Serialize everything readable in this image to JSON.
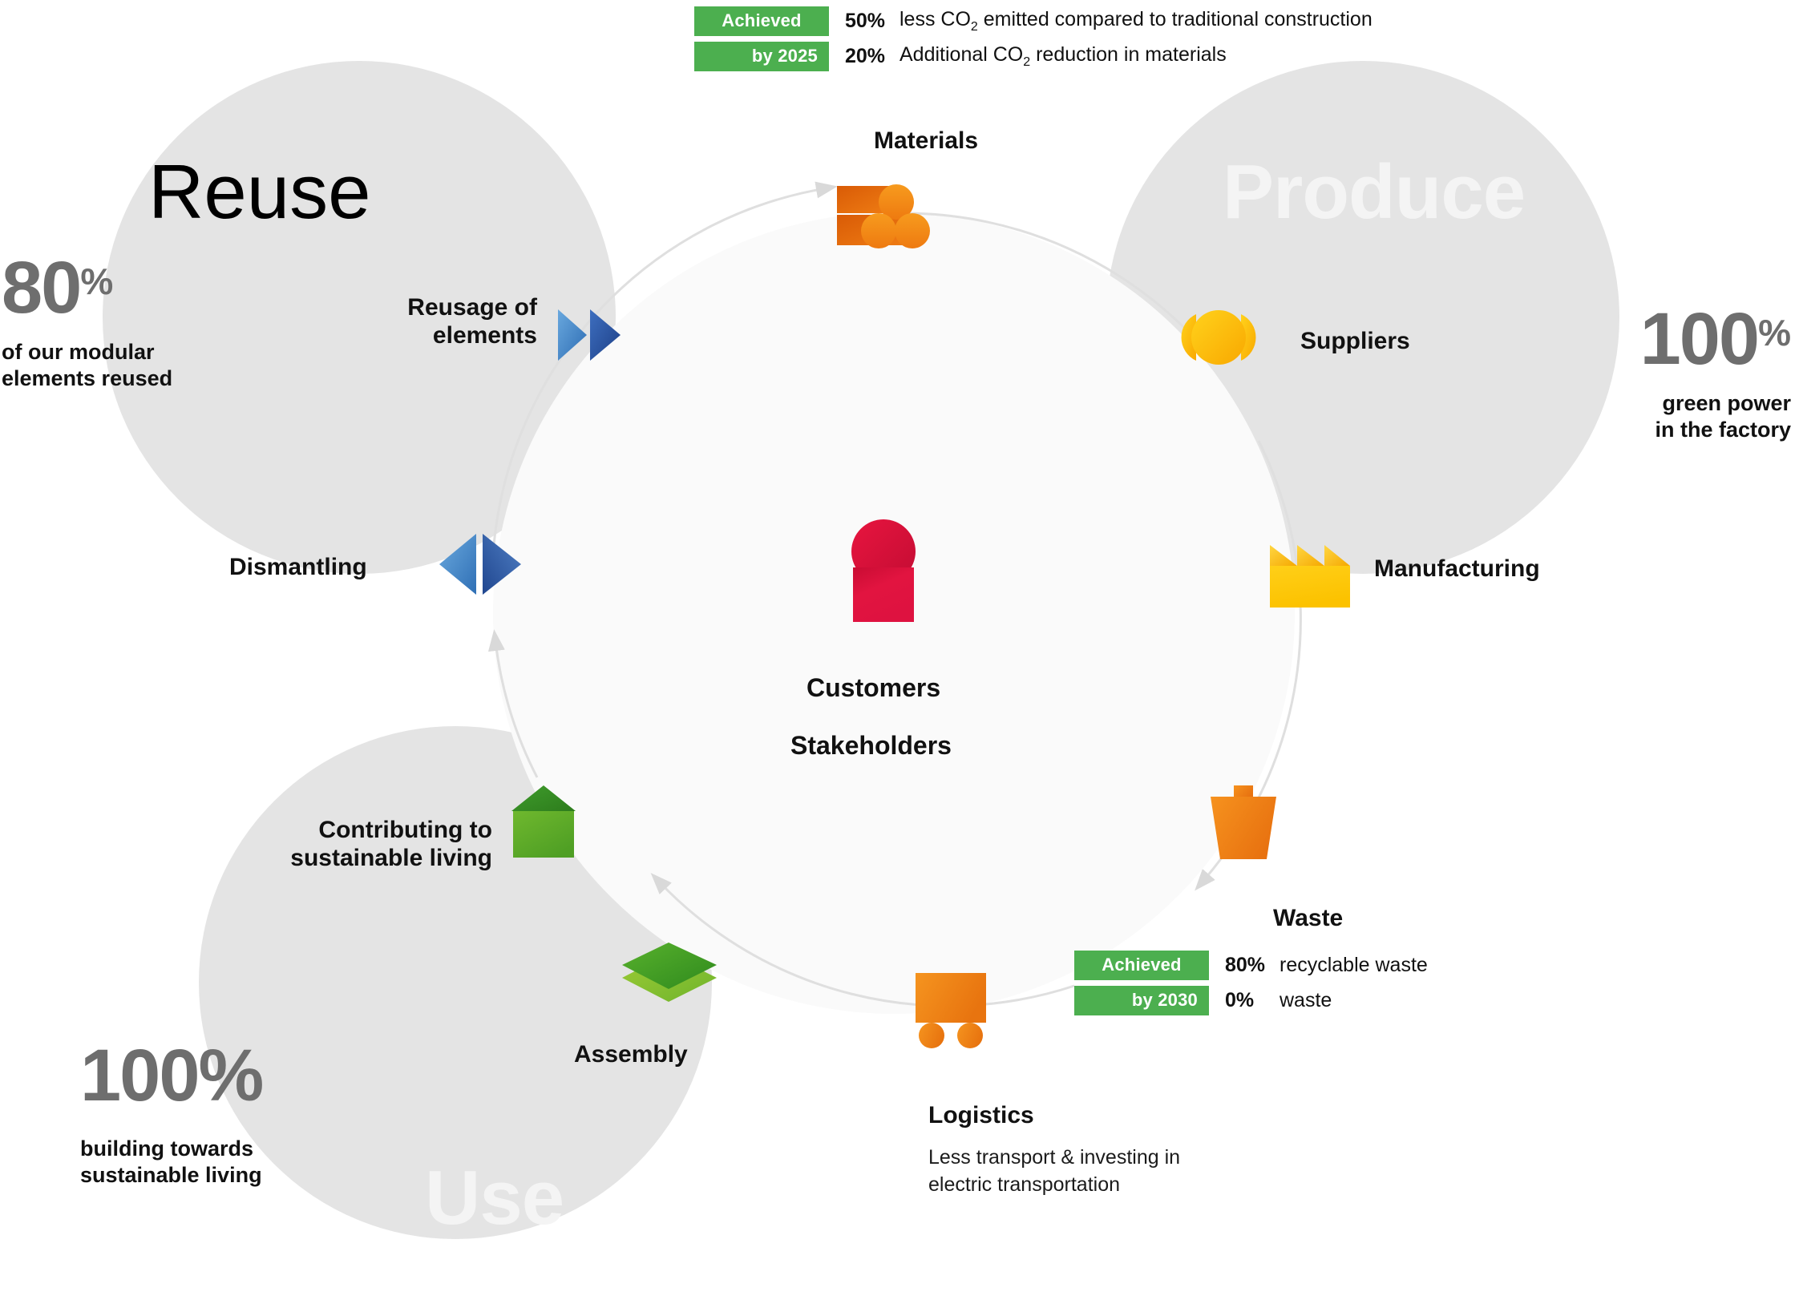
{
  "phases": [
    {
      "id": "reuse",
      "label": "Reuse"
    },
    {
      "id": "produce",
      "label": "Produce"
    },
    {
      "id": "use",
      "label": "Use"
    }
  ],
  "center": {
    "icon": "person-icon",
    "line1": "Customers",
    "line2": "Stakeholders",
    "color": "#e2103c"
  },
  "nodes": {
    "materials": {
      "label": "Materials",
      "icon": "bricks-icon"
    },
    "suppliers": {
      "label": "Suppliers",
      "icon": "bowtie-circle-icon"
    },
    "manufacturing": {
      "label": "Manufacturing",
      "icon": "factory-icon"
    },
    "waste": {
      "label": "Waste",
      "icon": "trash-bin-icon"
    },
    "logistics": {
      "label": "Logistics",
      "icon": "truck-icon",
      "sub": "Less transport & investing in\nelectric transportation"
    },
    "assembly": {
      "label": "Assembly",
      "icon": "stacked-layers-icon"
    },
    "sustainable": {
      "label": "Contributing\nto sustainable\nliving",
      "icon": "house-icon"
    },
    "dismantling": {
      "label": "Dismantling",
      "icon": "split-triangles-icon"
    },
    "reusage": {
      "label": "Reusage\nof elements",
      "icon": "forward-triangles-icon"
    }
  },
  "stats": [
    {
      "id": "reuse-stat",
      "number": "80",
      "percent": "%",
      "description": "of our modular\nelements reused"
    },
    {
      "id": "green-power-stat",
      "number": "100",
      "percent": "%",
      "description": "green power\nin the factory"
    },
    {
      "id": "sustainable-living-stat",
      "number": "100%",
      "percent": "",
      "description": "building towards\nsustainable living"
    }
  ],
  "badges": {
    "co2": {
      "rows": [
        {
          "tag": "Achieved",
          "pct": "50%",
          "text_pre": "less CO",
          "text_sub": "2",
          "text_post": " emitted compared to traditional construction"
        },
        {
          "tag": "by 2025",
          "pct": "20%",
          "text_pre": "Additional CO",
          "text_sub": "2",
          "text_post": " reduction in materials"
        }
      ]
    },
    "waste": {
      "rows": [
        {
          "tag": "Achieved",
          "pct": "80%",
          "text_pre": "recyclable waste",
          "text_sub": "",
          "text_post": ""
        },
        {
          "tag": "by 2030",
          "pct": "0%",
          "text_pre": "waste",
          "text_sub": "",
          "text_post": ""
        }
      ]
    }
  },
  "colors": {
    "badge_green": "#4caf4f",
    "phase_circle": "#e4e4e4",
    "center_disc": "#fafafa",
    "stat_gray": "#6e6e6e",
    "accent_red": "#e2103c",
    "orange": "#f07d12",
    "yellow": "#ffc709",
    "green": "#62b22c",
    "blue": "#3a7fcb",
    "ring": "#dcdcdc"
  }
}
